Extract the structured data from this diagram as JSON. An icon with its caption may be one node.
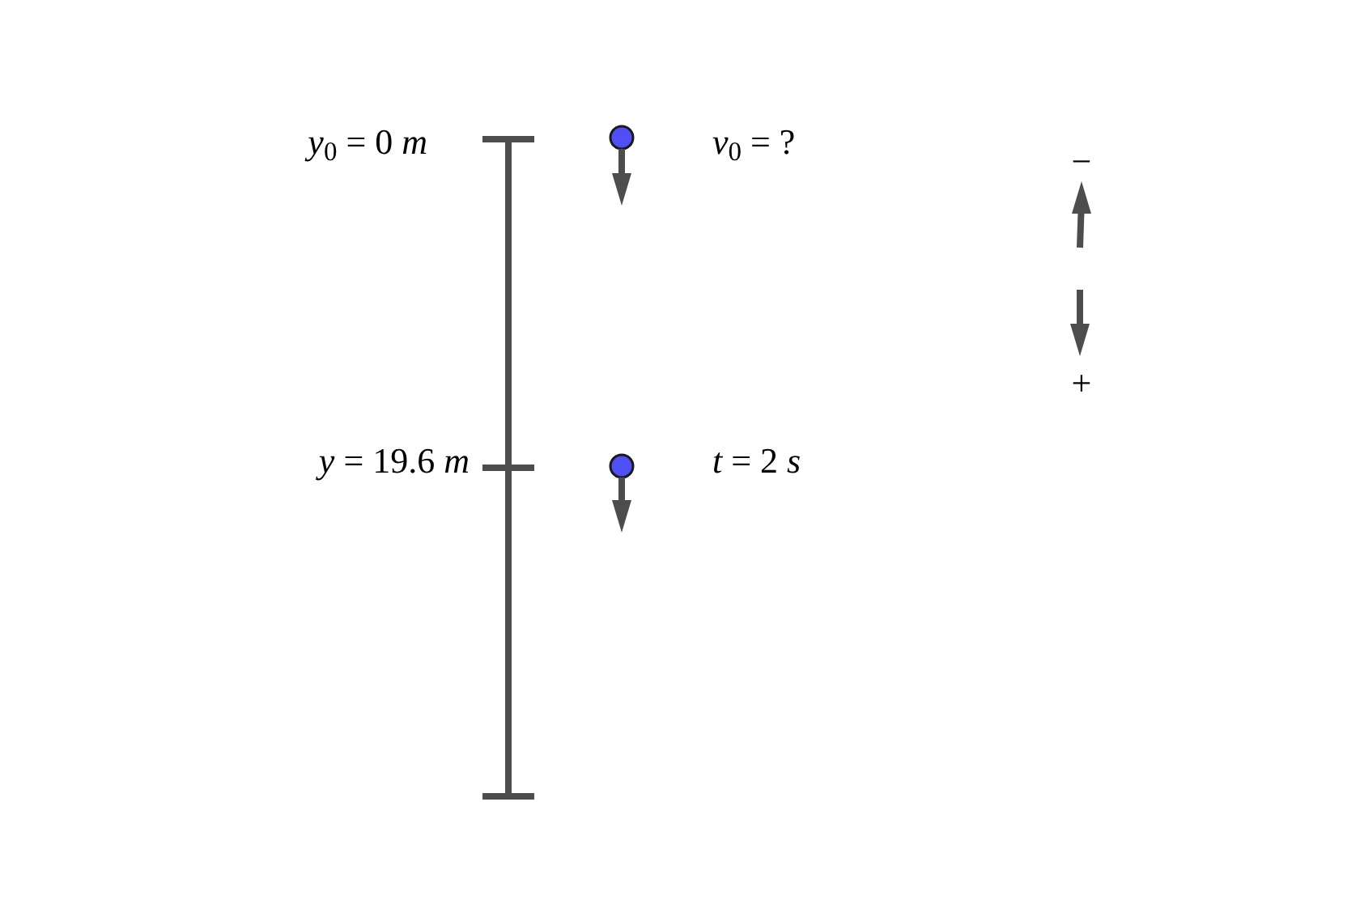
{
  "diagram": {
    "labels": [
      "*y*$_{0}$ = 0 *m*",
      "*v*$_{0}$ = ?",
      "*y* = 19.6 *m*",
      "*t* = 2 *s*",
      "−",
      "+"
    ]
  }
}
